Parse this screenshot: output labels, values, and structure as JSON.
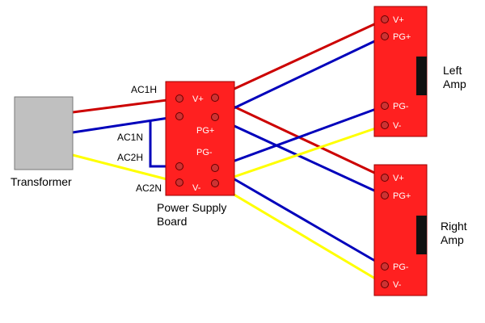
{
  "transformer": {
    "label": "Transformer",
    "body_color": "#c0c0c0"
  },
  "power_supply": {
    "label_line1": "Power Supply",
    "label_line2": "Board",
    "body_color": "#ff2020",
    "inputs": [
      "AC1H",
      "AC1N",
      "AC2H",
      "AC2N"
    ],
    "outputs": [
      "V+",
      "PG+",
      "PG-",
      "V-"
    ]
  },
  "left_amp": {
    "label_line1": "Left",
    "label_line2": "Amp",
    "pins": [
      "V+",
      "PG+",
      "PG-",
      "V-"
    ]
  },
  "right_amp": {
    "label_line1": "Right",
    "label_line2": "Amp",
    "pins": [
      "V+",
      "PG+",
      "PG-",
      "V-"
    ]
  },
  "wire_colors": {
    "positive": "#cc0000",
    "ground": "#0000bb",
    "negative": "#ffff00"
  }
}
